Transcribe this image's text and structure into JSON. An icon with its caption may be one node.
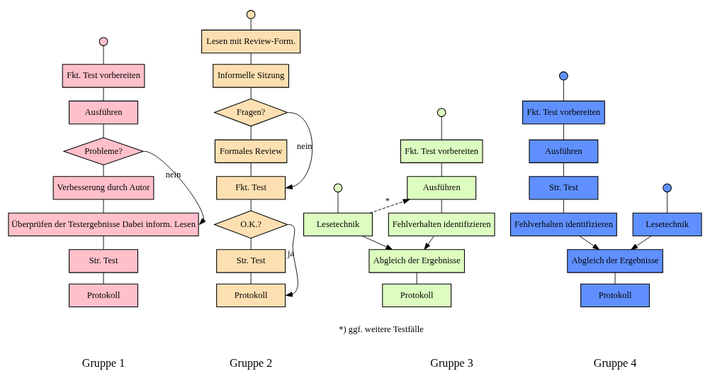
{
  "diagram": {
    "nodes": [
      {
        "text": [],
        "shape": "circle"
      },
      {
        "text": [
          "Fkt. Test vorbereiten"
        ]
      },
      {
        "text": [
          "Ausführen"
        ]
      },
      {
        "text": [
          "Probleme?"
        ]
      },
      {
        "text": [
          "Verbesserung durch Autor"
        ]
      },
      {
        "text": [
          "Überprüfen der Testergebnisse Dabei inform. Lesen"
        ]
      },
      {
        "text": [
          "Str. Test"
        ]
      },
      {
        "text": [
          "Protokoll"
        ]
      },
      {
        "text": [],
        "shape": "circle"
      },
      {
        "text": [
          "Lesen mit Review-Form."
        ]
      },
      {
        "text": [
          "Informelle Sitzung"
        ]
      },
      {
        "text": [
          "Fragen?"
        ]
      },
      {
        "text": [
          "Formales Review"
        ]
      },
      {
        "text": [
          "Fkt. Test"
        ]
      },
      {
        "text": [
          "O.K.?"
        ]
      },
      {
        "text": [
          "Str. Test"
        ]
      },
      {
        "text": [
          "Protokoll"
        ]
      },
      {
        "text": [],
        "shape": "circle"
      },
      {
        "text": [],
        "shape": "circle"
      },
      {
        "text": [
          "Fkt. Test vorbereiten"
        ]
      },
      {
        "text": [
          "Lesetechnik"
        ]
      },
      {
        "text": [
          "Ausführen"
        ]
      },
      {
        "text": [
          "Fehlverhalten identifizieren"
        ]
      },
      {
        "text": [
          "Abgleich der Ergebnisse"
        ]
      },
      {
        "text": [
          "Protokoll"
        ]
      },
      {
        "text": [],
        "shape": "circle"
      },
      {
        "text": [],
        "shape": "circle"
      },
      {
        "text": [
          "Fkt. Test vorbereiten"
        ]
      },
      {
        "text": [
          "Lesetechnik"
        ]
      },
      {
        "text": [
          "Ausführen"
        ]
      },
      {
        "text": [
          "Str. Test"
        ]
      },
      {
        "text": [
          "Fehlverhalten identifizieren"
        ]
      },
      {
        "text": [
          "Abgleich der Ergebnisse"
        ]
      },
      {
        "text": [
          "Protokoll"
        ]
      }
    ],
    "edges": [
      {
        "from": 0,
        "to": 1,
        "arrow": "none"
      },
      {
        "from": 1,
        "to": 2,
        "arrow": "none"
      },
      {
        "from": 2,
        "to": 3,
        "arrow": "none"
      },
      {
        "from": 3,
        "to": 4,
        "arrow": "none"
      },
      {
        "from": 4,
        "to": 5,
        "arrow": "none"
      },
      {
        "from": 3,
        "to": 5,
        "arrow": "to",
        "label": "nein"
      },
      {
        "from": 5,
        "to": 6,
        "arrow": "none"
      },
      {
        "from": 6,
        "to": 7,
        "arrow": "none"
      },
      {
        "from": 8,
        "to": 9,
        "arrow": "none"
      },
      {
        "from": 9,
        "to": 10,
        "arrow": "none"
      },
      {
        "from": 10,
        "to": 11,
        "arrow": "none"
      },
      {
        "from": 11,
        "to": 12,
        "arrow": "none"
      },
      {
        "from": 12,
        "to": 13,
        "arrow": "none"
      },
      {
        "from": 11,
        "to": 13,
        "arrow": "to",
        "label": "nein"
      },
      {
        "from": 13,
        "to": 14,
        "arrow": "none"
      },
      {
        "from": 14,
        "to": 15,
        "arrow": "none"
      },
      {
        "from": 15,
        "to": 16,
        "arrow": "none"
      },
      {
        "from": 14,
        "to": 16,
        "arrow": "to",
        "label": "ja"
      },
      {
        "from": 17,
        "to": 19,
        "arrow": "none"
      },
      {
        "from": 18,
        "to": 20,
        "arrow": "none"
      },
      {
        "from": 19,
        "to": 21,
        "arrow": "none"
      },
      {
        "from": 20,
        "to": 21,
        "arrow": "to",
        "label": "*",
        "style": "dashed"
      },
      {
        "from": 21,
        "to": 22,
        "arrow": "none"
      },
      {
        "from": 22,
        "to": 23,
        "arrow": "to"
      },
      {
        "from": 20,
        "to": 23,
        "arrow": "to"
      },
      {
        "from": 23,
        "to": 24,
        "arrow": "none"
      },
      {
        "from": 25,
        "to": 27,
        "arrow": "none"
      },
      {
        "from": 26,
        "to": 28,
        "arrow": "none"
      },
      {
        "from": 27,
        "to": 29,
        "arrow": "none"
      },
      {
        "from": 29,
        "to": 30,
        "arrow": "none"
      },
      {
        "from": 30,
        "to": 31,
        "arrow": "none"
      },
      {
        "from": 31,
        "to": 32,
        "arrow": "to"
      },
      {
        "from": 28,
        "to": 32,
        "arrow": "to"
      },
      {
        "from": 32,
        "to": 33,
        "arrow": "none"
      }
    ],
    "labels": [
      "*) ggf. weitere Testfälle",
      "Gruppe 1",
      "Gruppe 2",
      "Gruppe 3",
      "Gruppe 4"
    ]
  }
}
